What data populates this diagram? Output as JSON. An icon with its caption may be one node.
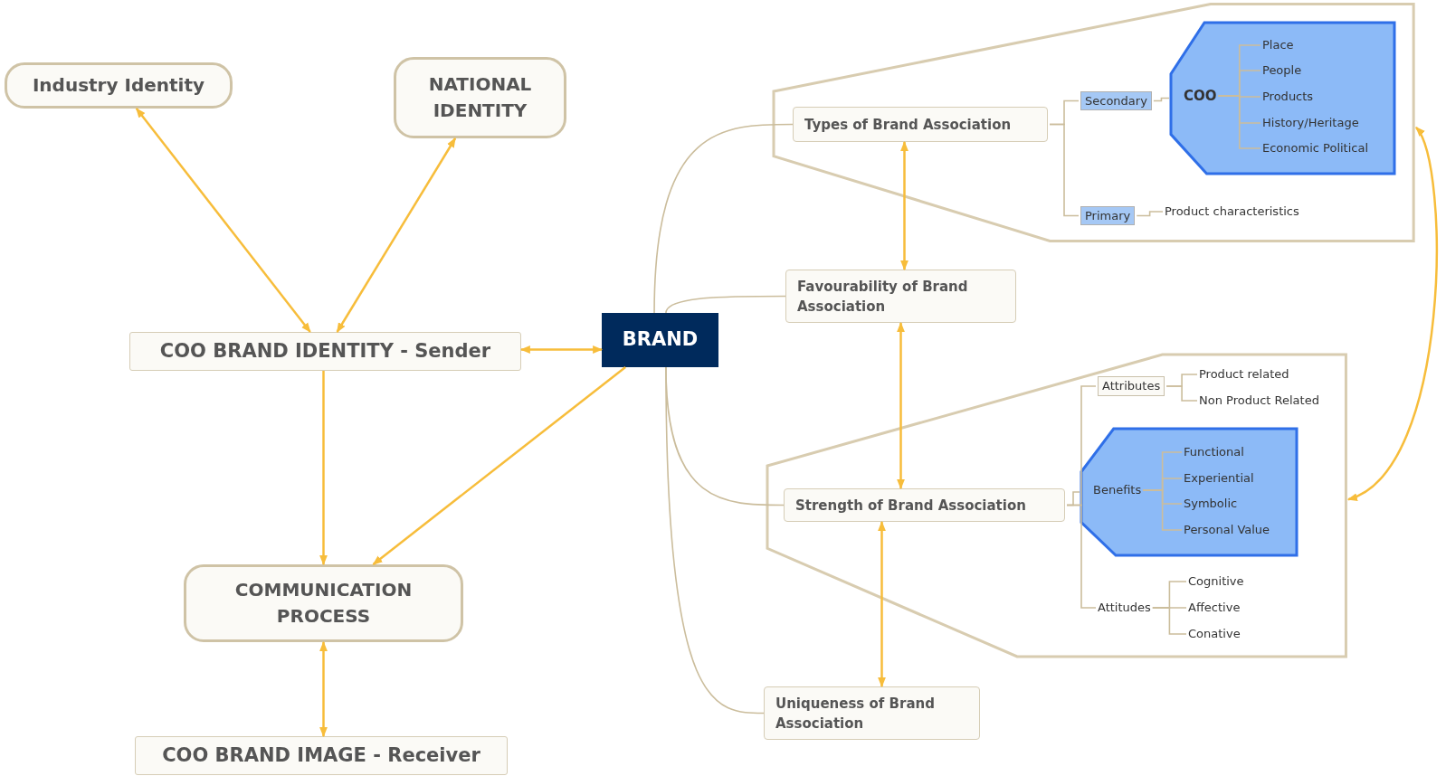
{
  "diagram": {
    "nodes": [
      {
        "text": [
          "Industry Identity"
        ]
      },
      {
        "text": [
          "NATIONAL IDENTITY"
        ]
      },
      {
        "text": [
          "COO BRAND IDENTITY - Sender"
        ]
      },
      {
        "text": [
          "BRAND"
        ]
      },
      {
        "text": [
          "COMMUNICATION PROCESS"
        ]
      },
      {
        "text": [
          "COO BRAND IMAGE - Receiver"
        ]
      },
      {
        "text": [],
        "shape": "funnel"
      },
      {
        "text": [
          "Types of Brand Association"
        ],
        "in": 6
      },
      {
        "text": [
          "Secondary"
        ],
        "in": 6
      },
      {
        "text": [],
        "shape": "hexagon",
        "in": 6
      },
      {
        "text": [
          "COO"
        ],
        "in": 9
      },
      {
        "text": [
          "Place"
        ],
        "in": 9
      },
      {
        "text": [
          "People"
        ],
        "in": 9
      },
      {
        "text": [
          "Products"
        ],
        "in": 9
      },
      {
        "text": [
          "History/Heritage"
        ],
        "in": 9
      },
      {
        "text": [
          "Economic Political"
        ],
        "in": 9
      },
      {
        "text": [
          "Primary"
        ],
        "in": 6
      },
      {
        "text": [
          "Product characteristics"
        ],
        "in": 6
      },
      {
        "text": [
          "Favourability of Brand Association"
        ]
      },
      {
        "text": [],
        "shape": "funnel"
      },
      {
        "text": [
          "Strength of Brand Association"
        ],
        "in": 19
      },
      {
        "text": [
          "Attributes"
        ],
        "in": 19
      },
      {
        "text": [
          "Product related"
        ],
        "in": 19
      },
      {
        "text": [
          "Non Product Related"
        ],
        "in": 19
      },
      {
        "text": [],
        "shape": "hexagon",
        "in": 19
      },
      {
        "text": [
          "Benefits"
        ],
        "in": 24
      },
      {
        "text": [
          "Functional"
        ],
        "in": 24
      },
      {
        "text": [
          "Experiential"
        ],
        "in": 24
      },
      {
        "text": [
          "Symbolic"
        ],
        "in": 24
      },
      {
        "text": [
          "Personal Value"
        ],
        "in": 24
      },
      {
        "text": [
          "Attitudes"
        ],
        "in": 19
      },
      {
        "text": [
          "Cognitive"
        ],
        "in": 19
      },
      {
        "text": [
          "Affective"
        ],
        "in": 19
      },
      {
        "text": [
          "Conative"
        ],
        "in": 19
      },
      {
        "text": [
          "Uniqueness of Brand Association"
        ]
      }
    ],
    "edges": [
      {
        "from": 0,
        "to": 2,
        "arrow": "both",
        "color": "#f7bd3b"
      },
      {
        "from": 1,
        "to": 2,
        "arrow": "both",
        "color": "#f7bd3b"
      },
      {
        "from": 2,
        "to": 3,
        "arrow": "both",
        "color": "#f7bd3b"
      },
      {
        "from": 3,
        "to": 4,
        "arrow": "to",
        "color": "#f7bd3b"
      },
      {
        "from": 2,
        "to": 4,
        "arrow": "to",
        "color": "#f7bd3b"
      },
      {
        "from": 4,
        "to": 5,
        "arrow": "both",
        "color": "#f7bd3b"
      },
      {
        "from": 7,
        "to": 18,
        "arrow": "both",
        "color": "#f7bd3b"
      },
      {
        "from": 18,
        "to": 20,
        "arrow": "both",
        "color": "#f7bd3b"
      },
      {
        "from": 20,
        "to": 34,
        "arrow": "both",
        "color": "#f7bd3b"
      },
      {
        "from": 6,
        "to": 19,
        "arrow": "both",
        "color": "#f7bd3b"
      },
      {
        "from": 3,
        "to": 7,
        "arrow": "none"
      },
      {
        "from": 3,
        "to": 18,
        "arrow": "none"
      },
      {
        "from": 3,
        "to": 20,
        "arrow": "none"
      },
      {
        "from": 3,
        "to": 34,
        "arrow": "none"
      },
      {
        "from": 7,
        "to": 8,
        "arrow": "none"
      },
      {
        "from": 7,
        "to": 16,
        "arrow": "none"
      },
      {
        "from": 8,
        "to": 9,
        "arrow": "none"
      },
      {
        "from": 10,
        "to": 11,
        "arrow": "none"
      },
      {
        "from": 10,
        "to": 12,
        "arrow": "none"
      },
      {
        "from": 10,
        "to": 13,
        "arrow": "none"
      },
      {
        "from": 10,
        "to": 14,
        "arrow": "none"
      },
      {
        "from": 10,
        "to": 15,
        "arrow": "none"
      },
      {
        "from": 16,
        "to": 17,
        "arrow": "none"
      },
      {
        "from": 20,
        "to": 21,
        "arrow": "none"
      },
      {
        "from": 20,
        "to": 24,
        "arrow": "none"
      },
      {
        "from": 20,
        "to": 30,
        "arrow": "none"
      },
      {
        "from": 21,
        "to": 22,
        "arrow": "none"
      },
      {
        "from": 21,
        "to": 23,
        "arrow": "none"
      },
      {
        "from": 25,
        "to": 26,
        "arrow": "none"
      },
      {
        "from": 25,
        "to": 27,
        "arrow": "none"
      },
      {
        "from": 25,
        "to": 28,
        "arrow": "none"
      },
      {
        "from": 25,
        "to": 29,
        "arrow": "none"
      },
      {
        "from": 30,
        "to": 31,
        "arrow": "none"
      },
      {
        "from": 30,
        "to": 32,
        "arrow": "none"
      },
      {
        "from": 30,
        "to": 33,
        "arrow": "none"
      }
    ]
  }
}
